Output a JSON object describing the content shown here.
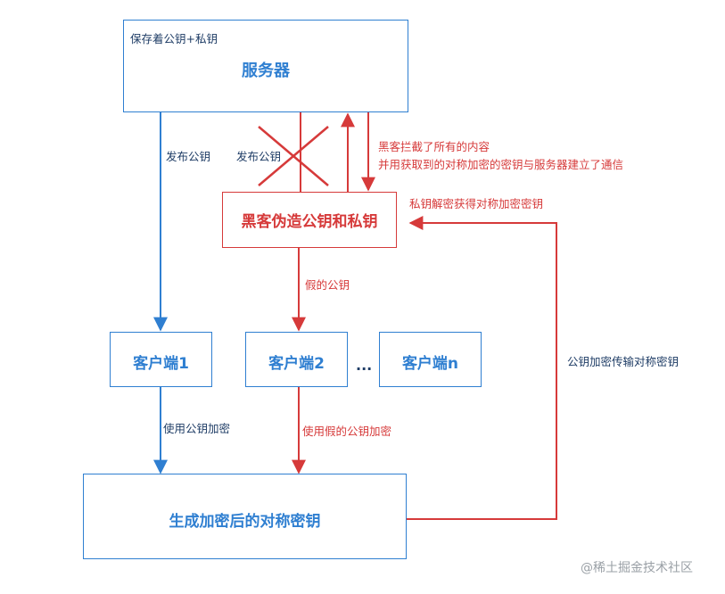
{
  "server": {
    "note": "保存着公钥+私钥",
    "title": "服务器"
  },
  "hacker": {
    "title": "黑客伪造公钥和私钥"
  },
  "clients": [
    {
      "label": "客户端1"
    },
    {
      "label": "客户端2"
    },
    {
      "label": "客户端n"
    }
  ],
  "ellipsis": "...",
  "symmetric": {
    "title": "生成加密后的对称密钥"
  },
  "labels": {
    "publish_key_left": "发布公钥",
    "publish_key_mid": "发布公钥",
    "intercept_line1": "黑客拦截了所有的内容",
    "intercept_line2": "并用获取到的对称加密的密钥与服务器建立了通信",
    "decrypt": "私钥解密获得对称加密密钥",
    "fake_key": "假的公钥",
    "encrypt_with_pub": "使用公钥加密",
    "encrypt_with_fake": "使用假的公钥加密",
    "transmit": "公钥加密传输对称密钥"
  },
  "watermark": "@稀土掘金技术社区",
  "colors": {
    "blue": "#2f7fd1",
    "red": "#d63a3a",
    "dark": "#1f3d66"
  }
}
